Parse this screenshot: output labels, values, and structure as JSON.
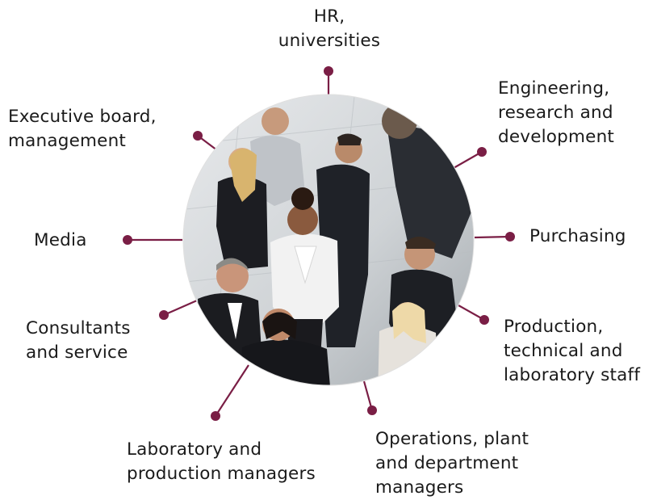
{
  "diagram": {
    "accent_color": "#7a1e45",
    "center_image": "photo-of-business-people-networking",
    "labels": {
      "hr": "HR,\nuniversities",
      "engineering": "Engineering,\nresearch and\ndevelopment",
      "purchasing": "Purchasing",
      "production_staff": "Production,\ntechnical and\nlaboratory staff",
      "operations": "Operations, plant\nand department\nmanagers",
      "lab_managers": "Laboratory and\nproduction managers",
      "consultants": "Consultants\nand service",
      "media": "Media",
      "executive": "Executive board,\nmanagement"
    }
  }
}
